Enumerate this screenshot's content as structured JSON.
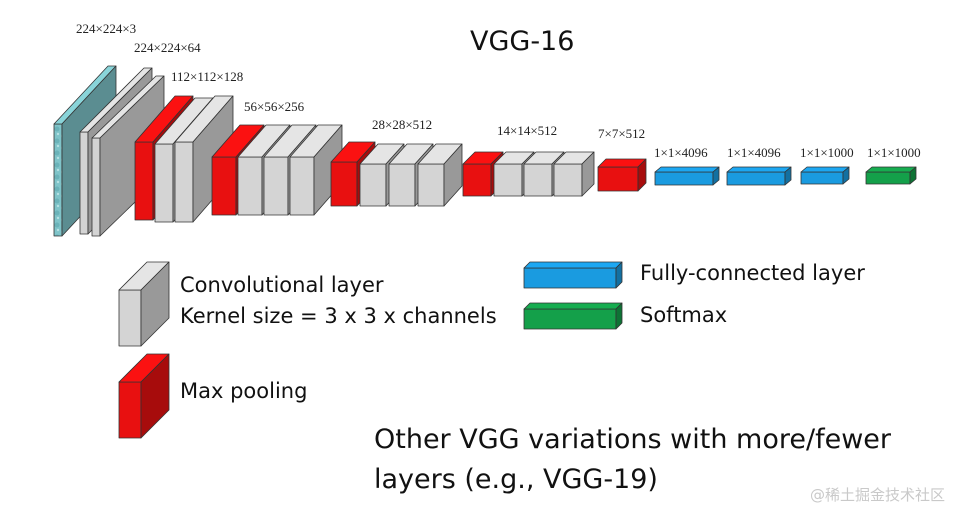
{
  "title": "VGG-16",
  "layers": [
    {
      "name": "input",
      "label": "224×224×3",
      "kind": "input"
    },
    {
      "name": "conv1",
      "label": "224×224×64",
      "kind": "conv"
    },
    {
      "name": "pool1-conv2",
      "label": "112×112×128",
      "kind": "pool"
    },
    {
      "name": "pool2-conv3",
      "label": "56×56×256",
      "kind": "pool"
    },
    {
      "name": "pool3-conv4",
      "label": "28×28×512",
      "kind": "pool"
    },
    {
      "name": "pool4-conv5",
      "label": "14×14×512",
      "kind": "pool"
    },
    {
      "name": "pool5",
      "label": "7×7×512",
      "kind": "pool"
    },
    {
      "name": "fc1",
      "label": "1×1×4096",
      "kind": "fc"
    },
    {
      "name": "fc2",
      "label": "1×1×4096",
      "kind": "fc"
    },
    {
      "name": "fc3",
      "label": "1×1×1000",
      "kind": "fc"
    },
    {
      "name": "softmax",
      "label": "1×1×1000",
      "kind": "softmax"
    }
  ],
  "legend": {
    "conv_line1": "Convolutional layer",
    "conv_line2": "Kernel size = 3 x 3 x channels",
    "pool": "Max pooling",
    "fc": "Fully-connected layer",
    "softmax": "Softmax"
  },
  "note": {
    "line1": "Other VGG variations with more/fewer",
    "line2": "layers (e.g., VGG-19)"
  },
  "watermark": "@稀土掘金技术社区",
  "colors": {
    "conv": "#d4d4d4",
    "pool": "#e81010",
    "fc": "#1a9be0",
    "softmax": "#14a04a",
    "input": "#7fc4c9"
  }
}
